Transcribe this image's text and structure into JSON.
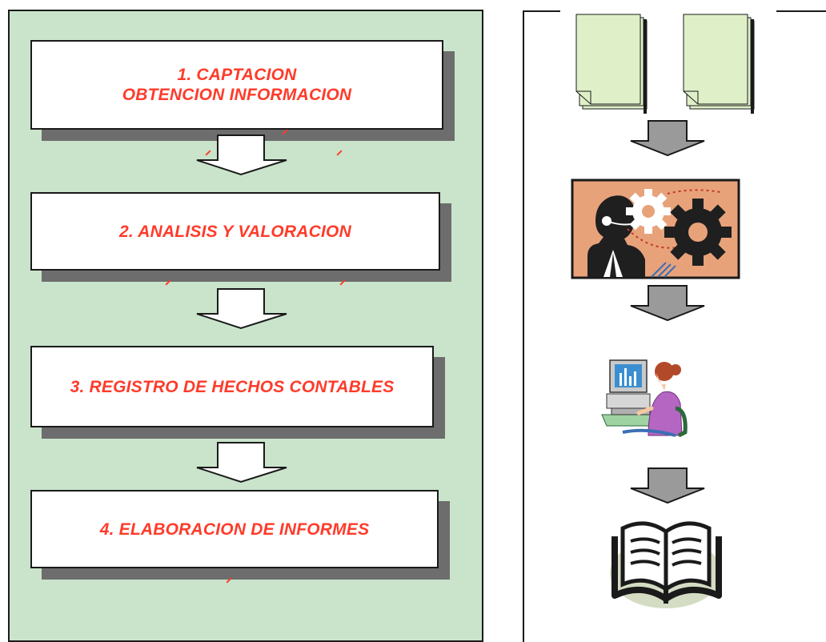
{
  "steps": [
    {
      "line1": "1. CAPTACION",
      "line2": "OBTENCION INFORMACION"
    },
    {
      "line1": "2. ANALISIS Y VALORACION"
    },
    {
      "line1": "3. REGISTRO DE HECHOS CONTABLES"
    },
    {
      "line1": "4. ELABORACION DE INFORMES"
    }
  ],
  "colors": {
    "panel_bg": "#c9e4cb",
    "step_text": "#ff3b2a",
    "box_shadow": "#6d6d6d",
    "gray_arrow": "#9a9a9a",
    "doc_fill": "#dff0c8"
  },
  "icons": [
    "documents-icon",
    "gears-thinking-icon",
    "computer-worker-icon",
    "open-book-icon"
  ]
}
